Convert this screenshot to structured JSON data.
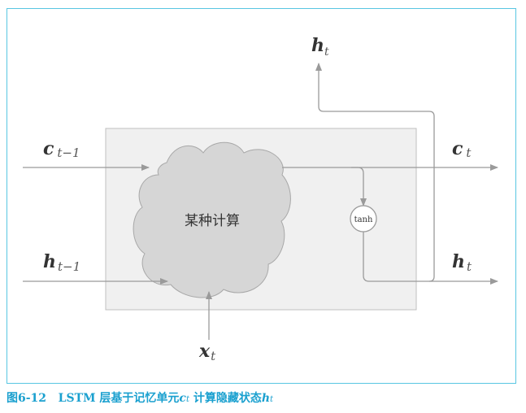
{
  "diagram": {
    "top_output": {
      "base": "h",
      "subscript": "t"
    },
    "c_in": {
      "base": "c",
      "subscript": "t−1"
    },
    "c_out": {
      "base": "c",
      "subscript": "t"
    },
    "h_in": {
      "base": "h",
      "subscript": "t−1"
    },
    "h_out": {
      "base": "h",
      "subscript": "t"
    },
    "x_in": {
      "base": "x",
      "subscript": "t"
    },
    "cloud_label": "某种计算",
    "tanh_label": "tanh",
    "colors": {
      "frame_border": "#58c6e2",
      "box_fill": "#f0f0f0",
      "box_border": "#bfbfbf",
      "cloud_fill": "#d6d6d6",
      "cloud_border": "#a8a8a8",
      "arrow": "#9a9a9a",
      "caption": "#1aa0cf"
    }
  },
  "caption": {
    "figure_number": "图6-12",
    "text_prefix": "LSTM 层基于记忆单元",
    "math_c": "c",
    "math_c_sub": "t",
    "text_middle": "计算隐藏状态",
    "math_h": "h",
    "math_h_sub": "t"
  }
}
